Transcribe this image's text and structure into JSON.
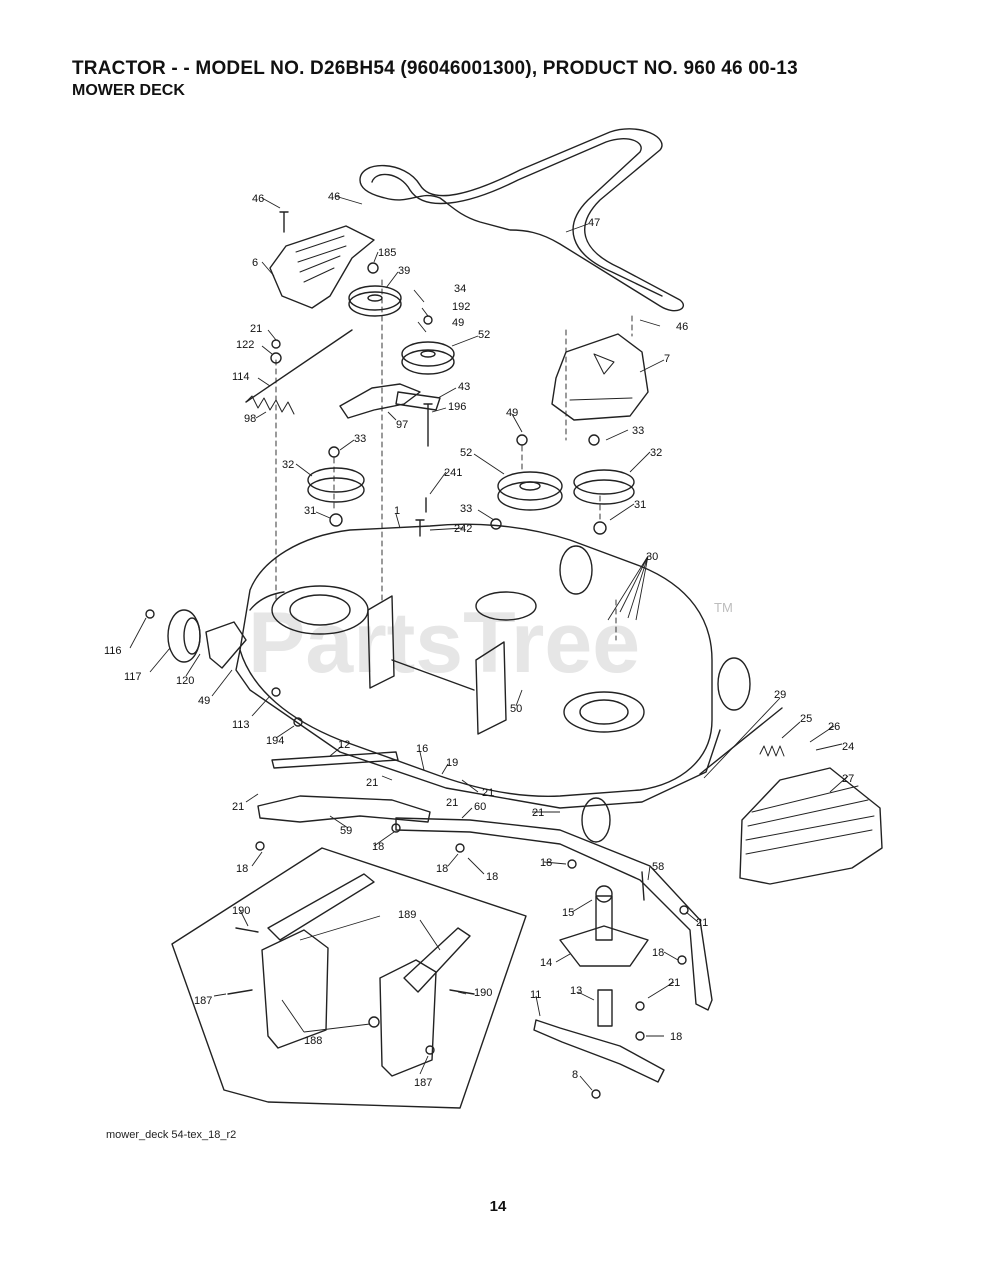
{
  "header": {
    "title": "TRACTOR - - MODEL NO. D26BH54 (96046001300), PRODUCT NO. 960 46 00-13",
    "subtitle": "MOWER DECK"
  },
  "diagram": {
    "watermark": "PartsTree",
    "trademark": "TM",
    "file_tag": "mower_deck 54-tex_18_r2",
    "callouts": [
      "46",
      "46",
      "47",
      "6",
      "185",
      "39",
      "34",
      "192",
      "49",
      "52",
      "46",
      "7",
      "21",
      "122",
      "114",
      "43",
      "196",
      "97",
      "98",
      "33",
      "32",
      "49",
      "33",
      "52",
      "241",
      "32",
      "31",
      "33",
      "31",
      "242",
      "1",
      "30",
      "116",
      "117",
      "120",
      "49",
      "113",
      "50",
      "29",
      "25",
      "26",
      "24",
      "194",
      "12",
      "16",
      "19",
      "21",
      "21",
      "21",
      "21",
      "27",
      "60",
      "59",
      "21",
      "18",
      "18",
      "18",
      "18",
      "18",
      "58",
      "15",
      "21",
      "190",
      "189",
      "14",
      "18",
      "190",
      "21",
      "187",
      "11",
      "13",
      "188",
      "18",
      "187",
      "8"
    ]
  },
  "page": {
    "number": "14"
  }
}
